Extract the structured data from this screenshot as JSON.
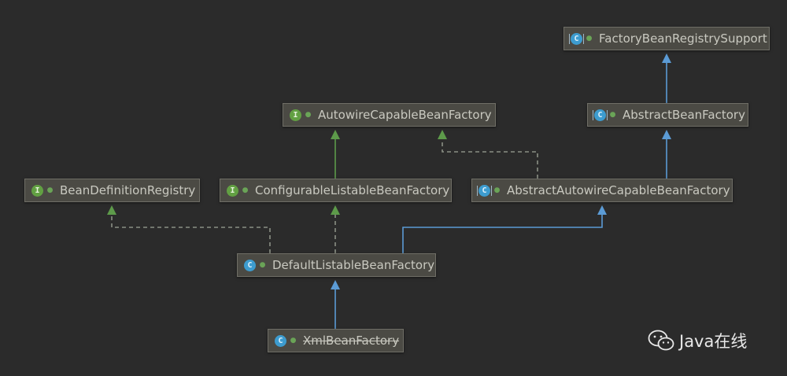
{
  "diagram": {
    "nodes": [
      {
        "id": "factoryBeanRegistrySupport",
        "label": "FactoryBeanRegistrySupport",
        "kind": "abstract",
        "badge_letter": "C"
      },
      {
        "id": "autowireCapableBeanFactory",
        "label": "AutowireCapableBeanFactory",
        "kind": "interface",
        "badge_letter": "I"
      },
      {
        "id": "abstractBeanFactory",
        "label": "AbstractBeanFactory",
        "kind": "abstract",
        "badge_letter": "C"
      },
      {
        "id": "beanDefinitionRegistry",
        "label": "BeanDefinitionRegistry",
        "kind": "interface",
        "badge_letter": "I"
      },
      {
        "id": "configurableListableBeanFactory",
        "label": "ConfigurableListableBeanFactory",
        "kind": "interface",
        "badge_letter": "I"
      },
      {
        "id": "abstractAutowireCapableBeanFactory",
        "label": "AbstractAutowireCapableBeanFactory",
        "kind": "abstract",
        "badge_letter": "C"
      },
      {
        "id": "defaultListableBeanFactory",
        "label": "DefaultListableBeanFactory",
        "kind": "class",
        "badge_letter": "C"
      },
      {
        "id": "xmlBeanFactory",
        "label": "XmlBeanFactory",
        "kind": "class",
        "badge_letter": "C",
        "deprecated": true
      }
    ],
    "edges": [
      {
        "from": "abstractBeanFactory",
        "to": "factoryBeanRegistrySupport",
        "type": "extends"
      },
      {
        "from": "abstractAutowireCapableBeanFactory",
        "to": "abstractBeanFactory",
        "type": "extends"
      },
      {
        "from": "abstractAutowireCapableBeanFactory",
        "to": "autowireCapableBeanFactory",
        "type": "implements"
      },
      {
        "from": "configurableListableBeanFactory",
        "to": "autowireCapableBeanFactory",
        "type": "interface-extends"
      },
      {
        "from": "defaultListableBeanFactory",
        "to": "configurableListableBeanFactory",
        "type": "implements"
      },
      {
        "from": "defaultListableBeanFactory",
        "to": "beanDefinitionRegistry",
        "type": "implements"
      },
      {
        "from": "defaultListableBeanFactory",
        "to": "abstractAutowireCapableBeanFactory",
        "type": "extends"
      },
      {
        "from": "xmlBeanFactory",
        "to": "defaultListableBeanFactory",
        "type": "extends"
      }
    ],
    "colors": {
      "background": "#2b2b2b",
      "extends": "#5b9bd5",
      "interface_extends": "#5d9a4a",
      "implements": "#8a8f84"
    }
  },
  "watermark": {
    "text": "Java在线",
    "icon": "wechat-icon"
  }
}
